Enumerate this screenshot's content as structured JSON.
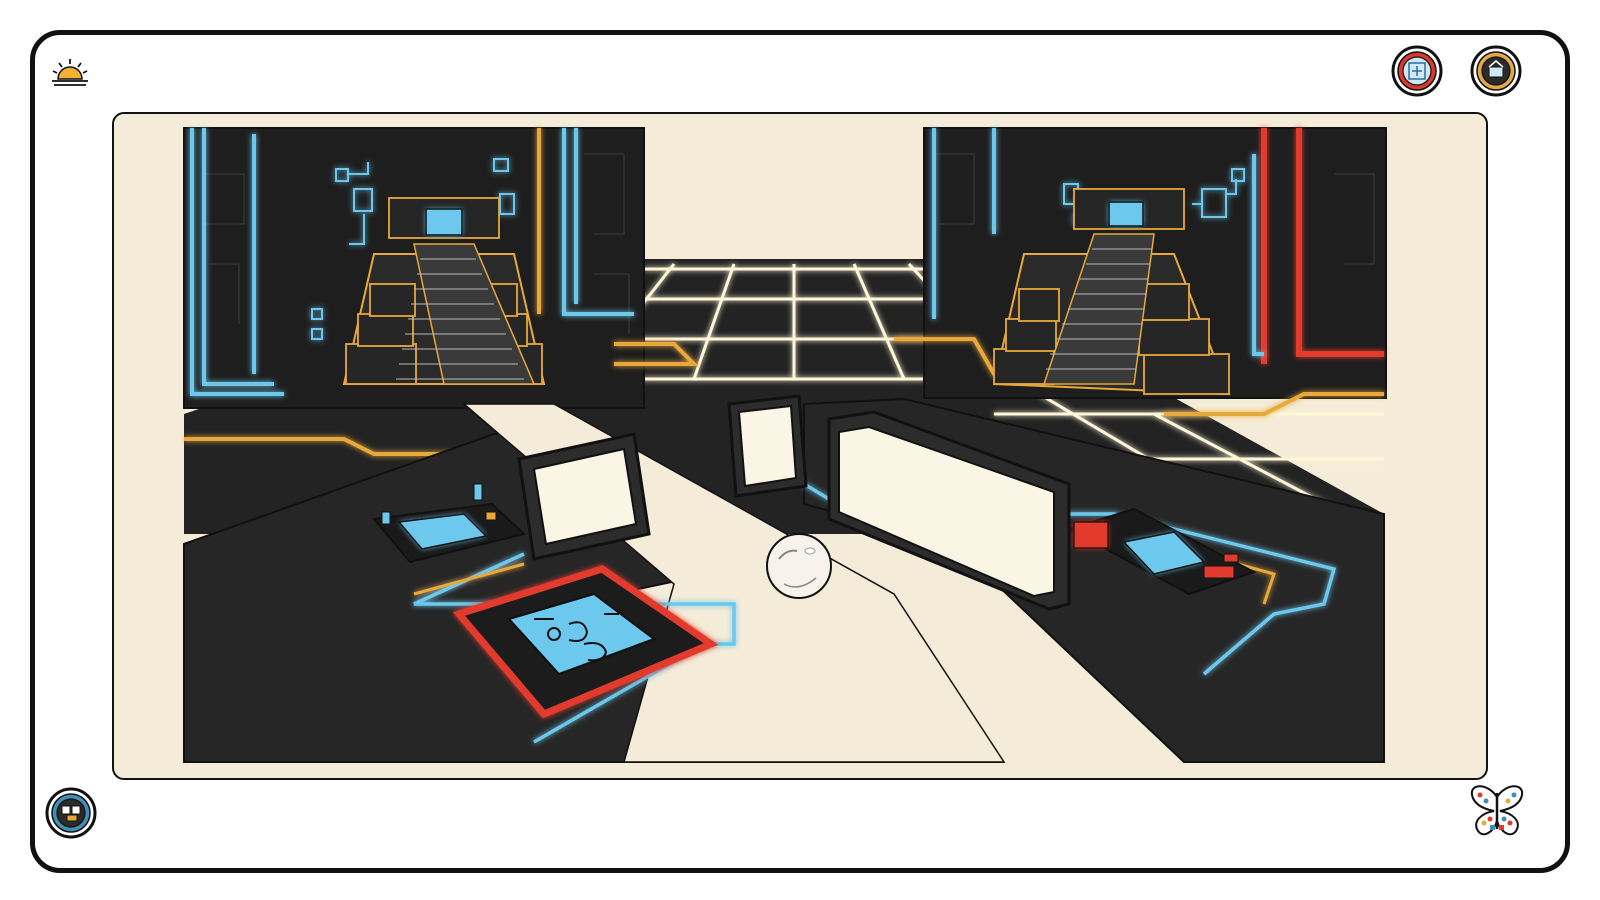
{
  "screen": {
    "title": "",
    "colors": {
      "frame": "#111111",
      "card_bg": "#f4ecd8",
      "floor": "#1c1c1c",
      "glow_blue": "#6cc8ec",
      "glow_orange": "#e8a83a",
      "glow_red": "#e23b2e",
      "grid_line": "#fff6d8"
    }
  },
  "hud": {
    "top_left": {
      "icon": "sun-icon"
    },
    "top_right": [
      {
        "icon": "red-puzzle-badge-icon"
      },
      {
        "icon": "gold-scene-badge-icon"
      }
    ],
    "bottom_left": {
      "icon": "inventory-badge-icon"
    },
    "bottom_right": {
      "icon": "butterfly-icon"
    }
  },
  "scene": {
    "left_room": {
      "accent": "blue",
      "trim": "orange"
    },
    "right_room": {
      "accent": "red",
      "trim": "orange"
    },
    "objects": [
      "left-temple-pyramid",
      "right-temple-pyramid",
      "left-console",
      "right-console",
      "floor-pressure-plate",
      "left-portal-frame",
      "center-portal-frame",
      "right-portal-frame",
      "glass-orb",
      "neon-floor-grid"
    ]
  }
}
